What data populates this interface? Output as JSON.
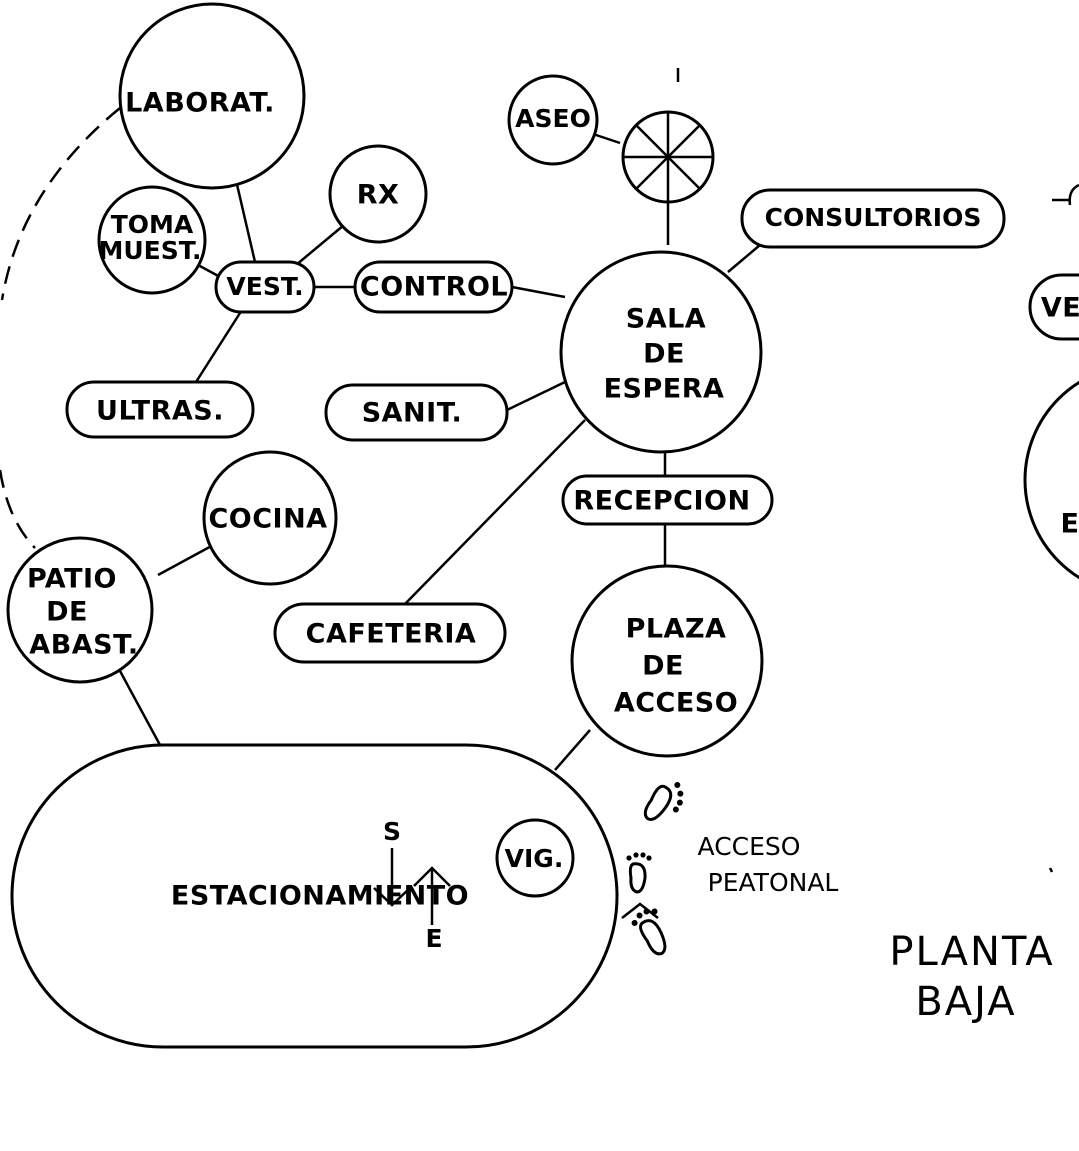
{
  "nodes": {
    "laborat": "LABORAT.",
    "aseo": "ASEO",
    "rx": "RX",
    "toma_muest_1": "TOMA",
    "toma_muest_2": "MUEST.",
    "vest": "VEST.",
    "control": "CONTROL",
    "consultorios": "CONSULTORIOS",
    "sala_espera_1": "SALA",
    "sala_espera_2": "DE",
    "sala_espera_3": "ESPERA",
    "ultras": "ULTRAS.",
    "sanit": "SANIT.",
    "recepcion": "RECEPCION",
    "cocina": "COCINA",
    "patio_1": "PATIO",
    "patio_2": "DE",
    "patio_3": "ABAST.",
    "cafeteria": "CAFETERIA",
    "plaza_1": "PLAZA",
    "plaza_2": "DE",
    "plaza_3": "ACCESO",
    "estacionamiento": "ESTACIONAMIENTO",
    "vig": "VIG.",
    "partial_ve": "VE",
    "partial_e": "E"
  },
  "markers": {
    "salida": "S",
    "entrada": "E"
  },
  "legend": {
    "line1": "ACCESO",
    "line2": "PEATONAL"
  },
  "title": {
    "line1": "PLANTA",
    "line2": "BAJA"
  },
  "icons": {
    "footprint": "footprint-icon",
    "fan": "ventilation-wheel-icon"
  }
}
